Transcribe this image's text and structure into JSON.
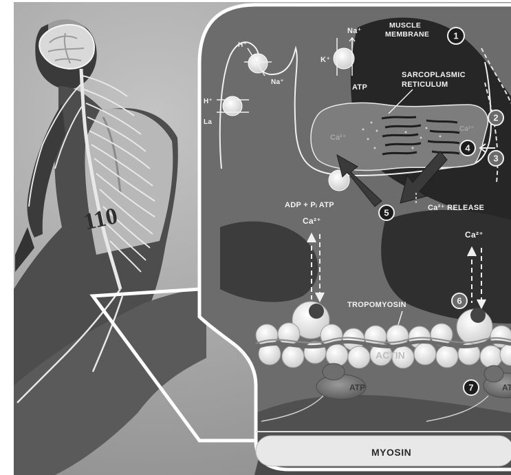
{
  "labels": {
    "muscle_membrane_1": "MUSCLE",
    "muscle_membrane_2": "MEMBRANE",
    "sarcoplasmic_1": "SARCOPLASMIC",
    "sarcoplasmic_2": "RETICULUM",
    "na_plus_top": "Na⁺",
    "k_plus": "K⁺",
    "atp_pump": "ATP",
    "h_plus_top": "H⁺",
    "na_plus_left": "Na⁺",
    "h_plus_left": "H⁺",
    "la": "La",
    "ca_in_sr_left": "Ca²⁺",
    "ca_in_sr_right": "Ca²⁺",
    "adp_pi_atp": "ADP + Pᵢ  ATP",
    "ca_release": "Ca²⁺ RELEASE",
    "ca_left": "Ca²⁺",
    "ca_right": "Ca²⁺",
    "tropomyosin": "TROPOMYOSIN",
    "actin": "ACTIN",
    "atp_head_1": "ATP",
    "atp_head_2": "ATP",
    "myosin": "MYOSIN",
    "runner_bib": "110"
  },
  "steps": [
    "1",
    "2",
    "3",
    "4",
    "5",
    "6",
    "7"
  ]
}
